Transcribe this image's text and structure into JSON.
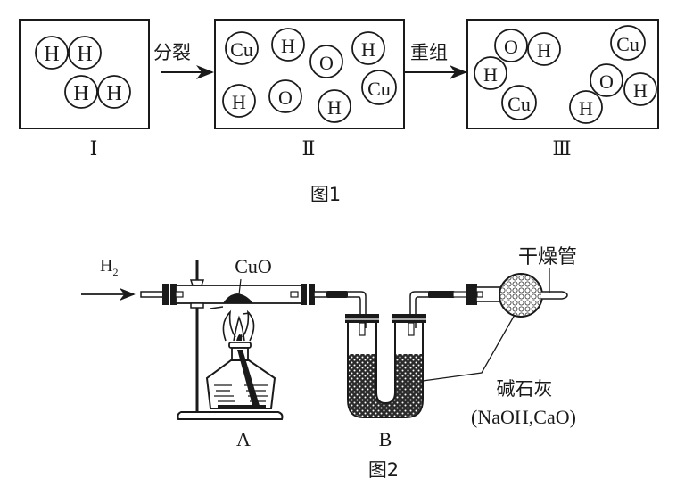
{
  "figure1": {
    "caption": "图1",
    "arrow1_label": "分裂",
    "arrow2_label": "重组",
    "panels": [
      {
        "label": "Ⅰ",
        "atoms": [
          {
            "symbol": "H",
            "group": "H2-1"
          },
          {
            "symbol": "H",
            "group": "H2-1"
          },
          {
            "symbol": "H",
            "group": "H2-2"
          },
          {
            "symbol": "H",
            "group": "H2-2"
          }
        ]
      },
      {
        "label": "Ⅱ",
        "atoms": [
          {
            "symbol": "Cu"
          },
          {
            "symbol": "H"
          },
          {
            "symbol": "O"
          },
          {
            "symbol": "H"
          },
          {
            "symbol": "H"
          },
          {
            "symbol": "O"
          },
          {
            "symbol": "H"
          },
          {
            "symbol": "Cu"
          }
        ]
      },
      {
        "label": "Ⅲ",
        "atoms": [
          {
            "symbol": "O",
            "group": "H2O-1"
          },
          {
            "symbol": "H",
            "group": "H2O-1"
          },
          {
            "symbol": "H",
            "group": "H2O-1"
          },
          {
            "symbol": "Cu"
          },
          {
            "symbol": "Cu"
          },
          {
            "symbol": "O",
            "group": "H2O-2"
          },
          {
            "symbol": "H",
            "group": "H2O-2"
          },
          {
            "symbol": "H",
            "group": "H2O-2"
          }
        ]
      }
    ]
  },
  "figure2": {
    "caption": "图2",
    "gas_inlet_label": "H",
    "gas_inlet_subscript": "2",
    "reactant_label": "CuO",
    "apparatus_a_label": "A",
    "apparatus_b_label": "B",
    "drying_tube_label": "干燥管",
    "desiccant_label": "碱石灰",
    "desiccant_formula": "(NaOH,CaO)"
  }
}
